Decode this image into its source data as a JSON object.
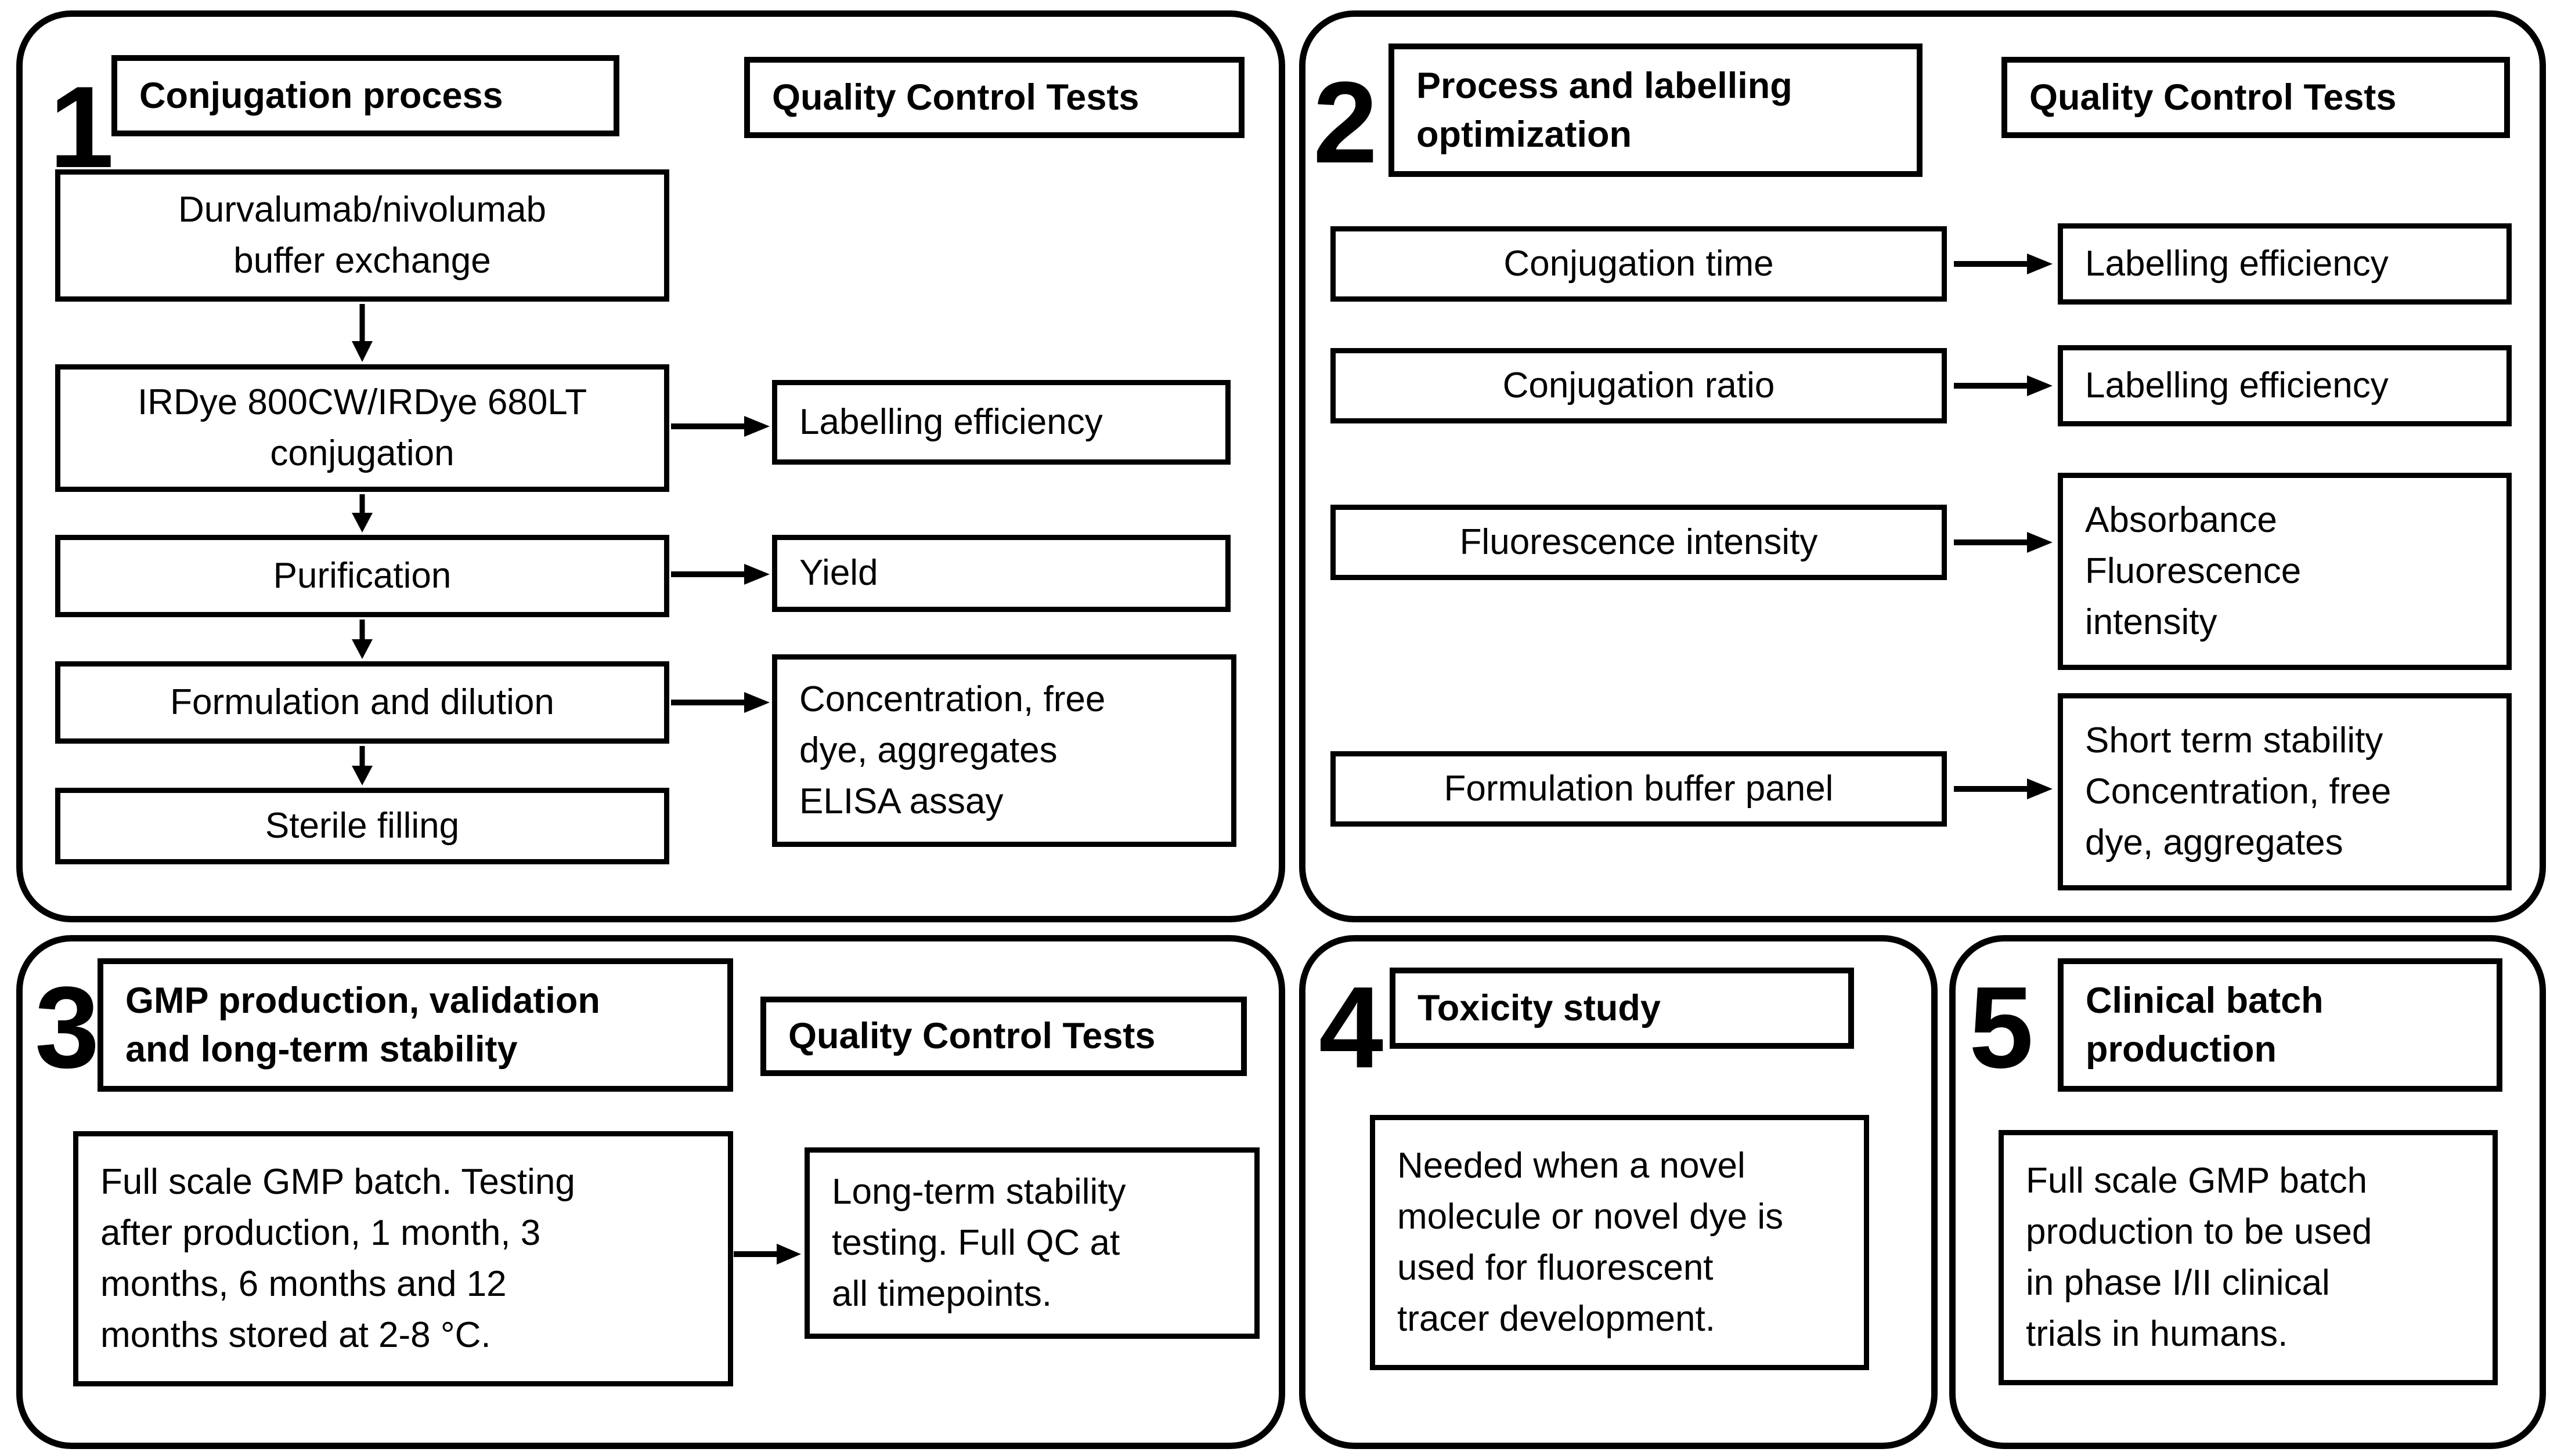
{
  "figure": {
    "background": "#ffffff",
    "ink": "#000000",
    "icons": {
      "flow_down": "arrow-down-icon",
      "flow_right": "arrow-right-icon"
    }
  },
  "panel1": {
    "number": "1",
    "title": "Conjugation process",
    "qc_header": "Quality Control Tests",
    "step1": "Durvalumab/nivolumab\nbuffer exchange",
    "step2": "IRDye 800CW/IRDye 680LT\nconjugation",
    "step3": "Purification",
    "step4": "Formulation and dilution",
    "step5": "Sterile filling",
    "qc1": "Labelling efficiency",
    "qc2": "Yield",
    "qc3": "Concentration, free\ndye, aggregates\nELISA assay"
  },
  "panel2": {
    "number": "2",
    "title": "Process and labelling\noptimization",
    "qc_header": "Quality Control Tests",
    "param1": "Conjugation time",
    "param2": "Conjugation ratio",
    "param3": "Fluorescence intensity",
    "param4": "Formulation buffer panel",
    "qc1": "Labelling efficiency",
    "qc2": "Labelling efficiency",
    "qc3": "Absorbance\nFluorescence\nintensity",
    "qc4": "Short term stability\nConcentration, free\ndye, aggregates"
  },
  "panel3": {
    "number": "3",
    "title": "GMP production, validation\nand long-term stability",
    "qc_header": "Quality Control Tests",
    "body": "Full scale GMP batch. Testing\nafter production, 1 month, 3\nmonths, 6 months and 12\nmonths stored at 2-8 °C.",
    "qc1": "Long-term stability\ntesting. Full QC at\nall timepoints."
  },
  "panel4": {
    "number": "4",
    "title": "Toxicity study",
    "body": "Needed when a novel\nmolecule or novel dye is\nused for fluorescent\ntracer development."
  },
  "panel5": {
    "number": "5",
    "title": "Clinical batch\nproduction",
    "body": "Full scale GMP batch\nproduction to be used\nin phase I/II clinical\ntrials in humans."
  }
}
